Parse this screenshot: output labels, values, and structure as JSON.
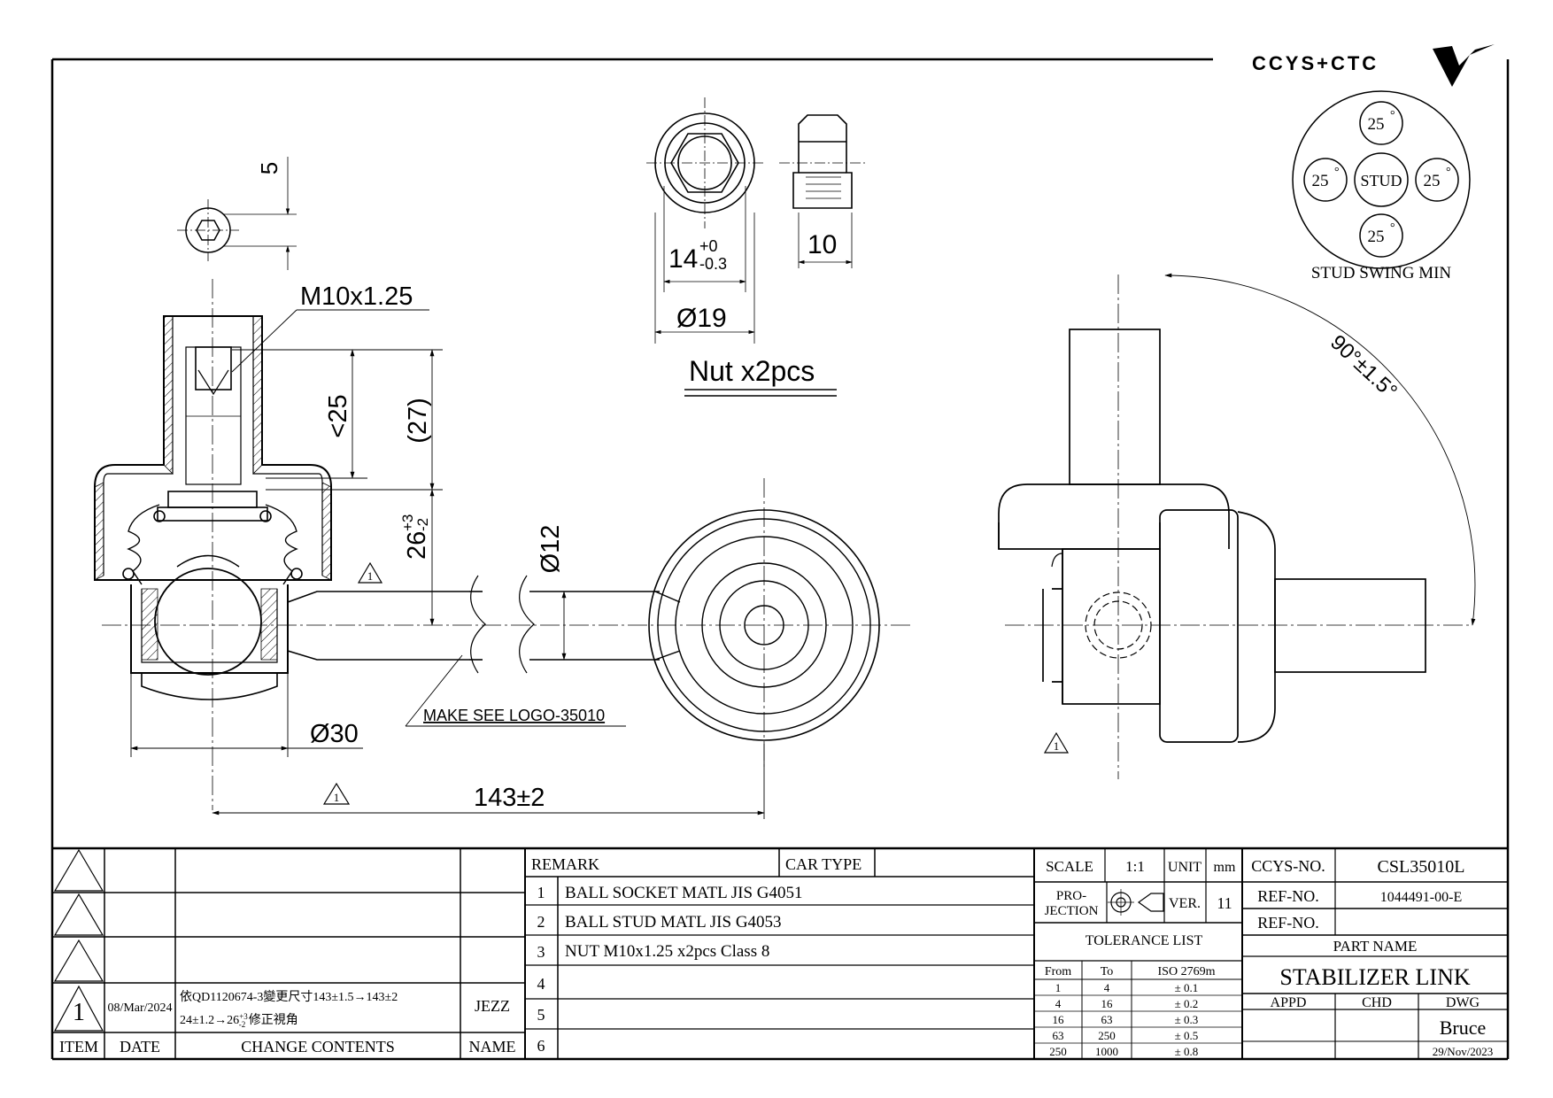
{
  "brand": {
    "logo_text": "CCYS+CTC"
  },
  "swing": {
    "center_label": "STUD",
    "values": [
      "25",
      "25",
      "25",
      "25"
    ],
    "degree_mark": "°",
    "caption": "STUD SWING MIN"
  },
  "dims": {
    "hex_depth": "5",
    "thread": "M10x1.25",
    "thread_len": "<25",
    "thread_ref": "(27)",
    "ball_height_base": "26",
    "ball_height_upper": "+3",
    "ball_height_lower": "-2",
    "rod_dia": "Ø12",
    "socket_dia": "Ø30",
    "length": "143±2",
    "nut_across_base": "14",
    "nut_across_upper": "+0",
    "nut_across_lower": "-0.3",
    "nut_dia": "Ø19",
    "nut_height": "10",
    "swing_angle": "90°±1.5°"
  },
  "notes": {
    "logo_note": "MAKE SEE LOGO-35010",
    "nut_qty": "Nut x2pcs",
    "rev_symbol": "1"
  },
  "revision": {
    "headers": {
      "item": "ITEM",
      "date": "DATE",
      "contents": "CHANGE CONTENTS",
      "name": "NAME"
    },
    "rows": [
      {
        "item": "1",
        "date": "08/Mar/2024",
        "line1": "依QD1120674-3變更尺寸143±1.5→143±2",
        "line2": "24±1.2→26",
        "line2_sup": "+3",
        "line2_sub": "-2",
        "line2_tail": " 修正視角",
        "name": "JEZZ"
      }
    ]
  },
  "remarks": {
    "header": "REMARK",
    "car_type": "CAR TYPE",
    "rows": [
      {
        "no": "1",
        "text": "BALL SOCKET MATL JIS G4051"
      },
      {
        "no": "2",
        "text": "BALL STUD MATL JIS G4053"
      },
      {
        "no": "3",
        "text": "NUT M10x1.25 x2pcs Class 8"
      },
      {
        "no": "4",
        "text": ""
      },
      {
        "no": "5",
        "text": ""
      },
      {
        "no": "6",
        "text": ""
      }
    ]
  },
  "title_block": {
    "scale_label": "SCALE",
    "scale_value": "1:1",
    "unit_label": "UNIT",
    "unit_value": "mm",
    "projection_line1": "PRO-",
    "projection_line2": "JECTION",
    "ver_label": "VER.",
    "ver_value": "11",
    "tolerance_title": "TOLERANCE LIST",
    "tol_headers": [
      "From",
      "To",
      "ISO 2769m"
    ],
    "tol_rows": [
      [
        "1",
        "4",
        "± 0.1"
      ],
      [
        "4",
        "16",
        "± 0.2"
      ],
      [
        "16",
        "63",
        "± 0.3"
      ],
      [
        "63",
        "250",
        "± 0.5"
      ],
      [
        "250",
        "1000",
        "± 0.8"
      ]
    ],
    "ccys_no_label": "CCYS-NO.",
    "ccys_no": "CSL35010L",
    "ref_no_label": "REF-NO.",
    "ref_no": "1044491-00-E",
    "ref_no2_label": "REF-NO.",
    "ref_no2": "",
    "part_name_label": "PART NAME",
    "part_name": "STABILIZER LINK",
    "appd_label": "APPD",
    "chd_label": "CHD",
    "dwg_label": "DWG",
    "dwg_by": "Bruce",
    "dwg_date": "29/Nov/2023"
  }
}
